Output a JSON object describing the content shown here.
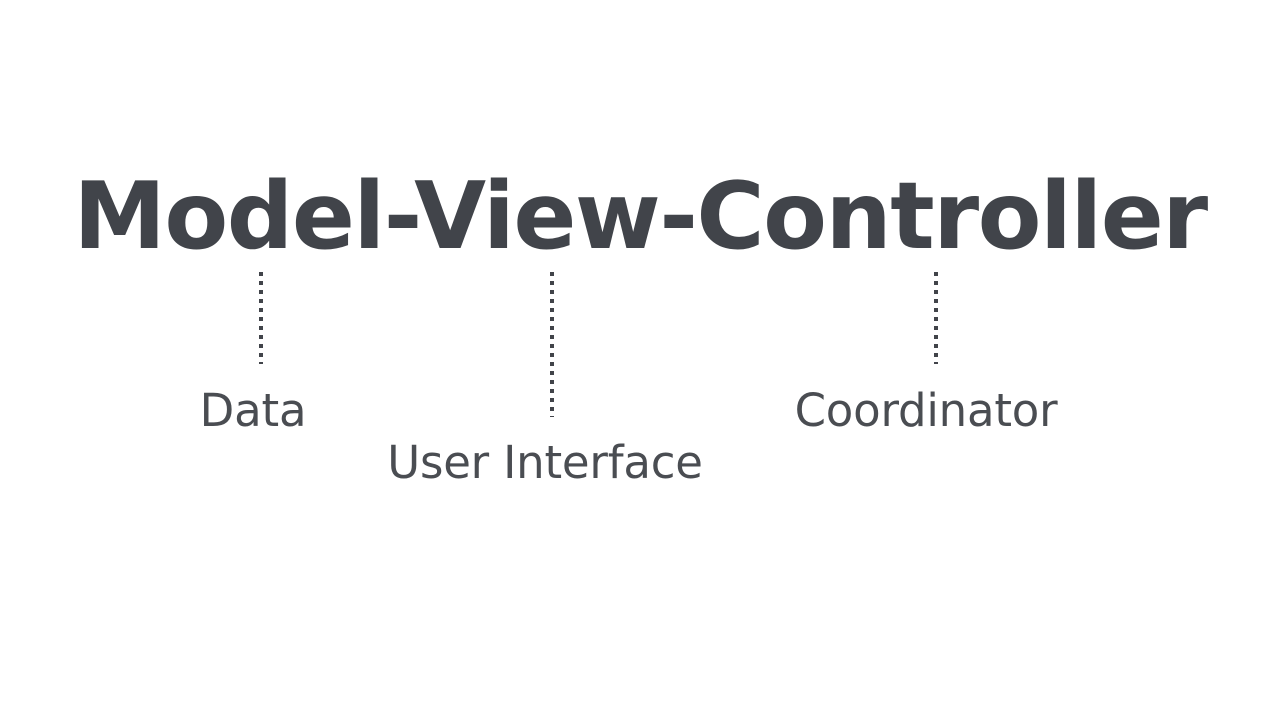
{
  "slide": {
    "background_color": "#ffffff",
    "title": {
      "text": "Model-View-Controller",
      "color": "#41444a"
    },
    "connectors": [
      {
        "name": "model-connector",
        "color": "#41444a",
        "style": "dotted"
      },
      {
        "name": "view-connector",
        "color": "#41444a",
        "style": "dotted"
      },
      {
        "name": "controller-connector",
        "color": "#41444a",
        "style": "dotted"
      }
    ],
    "labels": [
      {
        "text": "Data",
        "color": "#4a4d52",
        "describes": "Model"
      },
      {
        "text": "User Interface",
        "color": "#4a4d52",
        "describes": "View"
      },
      {
        "text": "Coordinator",
        "color": "#4a4d52",
        "describes": "Controller"
      }
    ]
  }
}
